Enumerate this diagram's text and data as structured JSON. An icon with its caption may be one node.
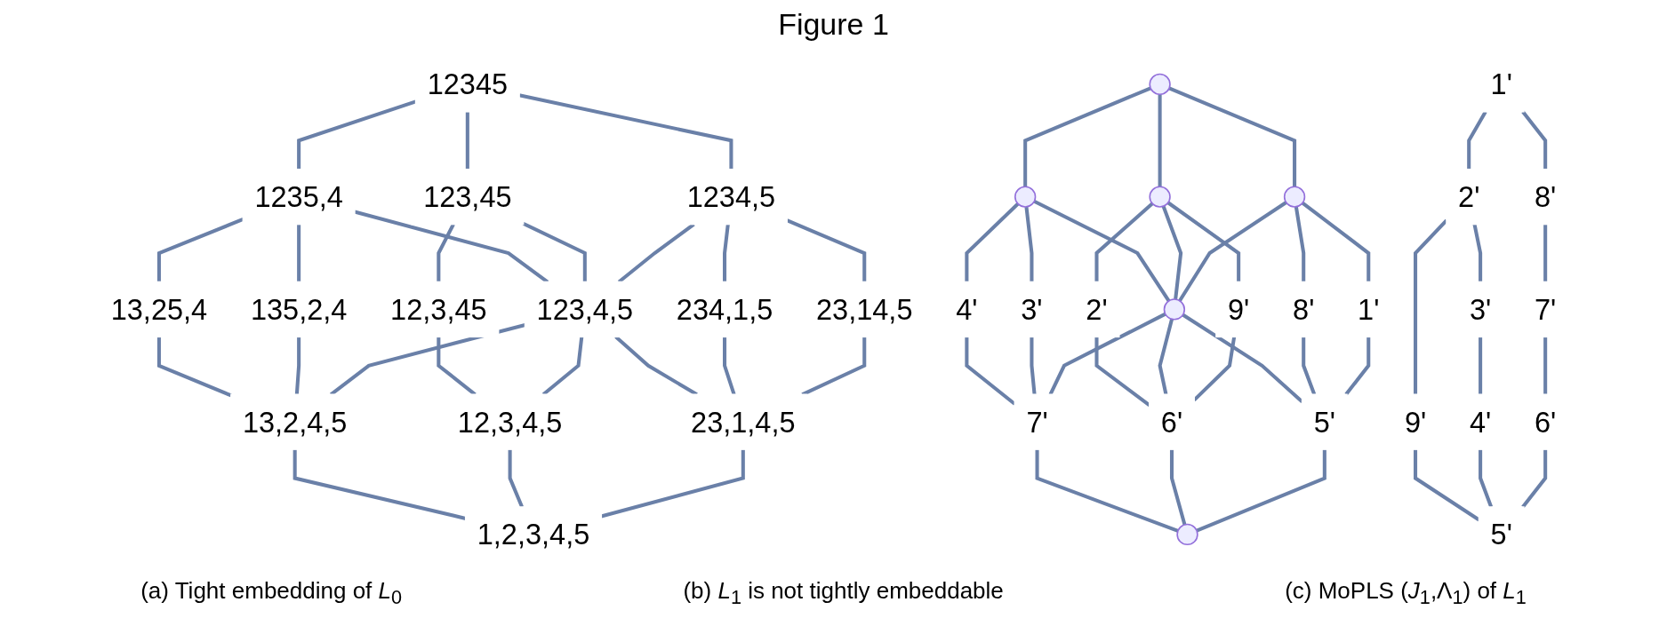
{
  "diagram": {
    "title": "Figure 1",
    "nodes": [
      {
        "text": [
          "12345"
        ]
      },
      {
        "text": [
          "1235,4"
        ]
      },
      {
        "text": [
          "123,45"
        ]
      },
      {
        "text": [
          "1234,5"
        ]
      },
      {
        "text": [
          "13,25,4"
        ]
      },
      {
        "text": [
          "135,2,4"
        ]
      },
      {
        "text": [
          "12,3,45"
        ]
      },
      {
        "text": [
          "123,4,5"
        ]
      },
      {
        "text": [
          "234,1,5"
        ]
      },
      {
        "text": [
          "23,14,5"
        ]
      },
      {
        "text": [
          "13,2,4,5"
        ]
      },
      {
        "text": [
          "12,3,4,5"
        ]
      },
      {
        "text": [
          "23,1,4,5"
        ]
      },
      {
        "text": [
          "1,2,3,4,5"
        ]
      },
      {
        "text": [],
        "shape": "circle"
      },
      {
        "text": [],
        "shape": "circle"
      },
      {
        "text": [],
        "shape": "circle"
      },
      {
        "text": [],
        "shape": "circle"
      },
      {
        "text": [
          "4'"
        ]
      },
      {
        "text": [
          "3'"
        ]
      },
      {
        "text": [
          "2'"
        ]
      },
      {
        "text": [],
        "shape": "circle"
      },
      {
        "text": [
          "9'"
        ]
      },
      {
        "text": [
          "8'"
        ]
      },
      {
        "text": [
          "1'"
        ]
      },
      {
        "text": [
          "7'"
        ]
      },
      {
        "text": [
          "6'"
        ]
      },
      {
        "text": [
          "5'"
        ]
      },
      {
        "text": [],
        "shape": "circle"
      },
      {
        "text": [
          "1'"
        ]
      },
      {
        "text": [
          "2'"
        ]
      },
      {
        "text": [
          "3'"
        ]
      },
      {
        "text": [
          "8'"
        ]
      },
      {
        "text": [
          "9'"
        ]
      },
      {
        "text": [
          "4'"
        ]
      },
      {
        "text": [
          "7'"
        ]
      },
      {
        "text": [
          "6'"
        ]
      },
      {
        "text": [
          "5'"
        ]
      }
    ],
    "edges": [
      {
        "from": 0,
        "to": 1,
        "arrow": "none"
      },
      {
        "from": 0,
        "to": 2,
        "arrow": "none"
      },
      {
        "from": 0,
        "to": 3,
        "arrow": "none"
      },
      {
        "from": 1,
        "to": 4,
        "arrow": "none"
      },
      {
        "from": 1,
        "to": 5,
        "arrow": "none"
      },
      {
        "from": 1,
        "to": 7,
        "arrow": "none"
      },
      {
        "from": 2,
        "to": 6,
        "arrow": "none"
      },
      {
        "from": 2,
        "to": 7,
        "arrow": "none"
      },
      {
        "from": 3,
        "to": 7,
        "arrow": "none"
      },
      {
        "from": 3,
        "to": 8,
        "arrow": "none"
      },
      {
        "from": 3,
        "to": 9,
        "arrow": "none"
      },
      {
        "from": 4,
        "to": 10,
        "arrow": "none"
      },
      {
        "from": 5,
        "to": 10,
        "arrow": "none"
      },
      {
        "from": 7,
        "to": 10,
        "arrow": "none"
      },
      {
        "from": 6,
        "to": 11,
        "arrow": "none"
      },
      {
        "from": 7,
        "to": 11,
        "arrow": "none"
      },
      {
        "from": 7,
        "to": 12,
        "arrow": "none"
      },
      {
        "from": 8,
        "to": 12,
        "arrow": "none"
      },
      {
        "from": 9,
        "to": 12,
        "arrow": "none"
      },
      {
        "from": 10,
        "to": 13,
        "arrow": "none"
      },
      {
        "from": 11,
        "to": 13,
        "arrow": "none"
      },
      {
        "from": 12,
        "to": 13,
        "arrow": "none"
      },
      {
        "from": 14,
        "to": 15,
        "arrow": "none"
      },
      {
        "from": 14,
        "to": 16,
        "arrow": "none"
      },
      {
        "from": 14,
        "to": 17,
        "arrow": "none"
      },
      {
        "from": 15,
        "to": 18,
        "arrow": "none"
      },
      {
        "from": 15,
        "to": 19,
        "arrow": "none"
      },
      {
        "from": 15,
        "to": 21,
        "arrow": "none"
      },
      {
        "from": 16,
        "to": 20,
        "arrow": "none"
      },
      {
        "from": 16,
        "to": 21,
        "arrow": "none"
      },
      {
        "from": 16,
        "to": 22,
        "arrow": "none"
      },
      {
        "from": 17,
        "to": 21,
        "arrow": "none"
      },
      {
        "from": 17,
        "to": 23,
        "arrow": "none"
      },
      {
        "from": 17,
        "to": 24,
        "arrow": "none"
      },
      {
        "from": 18,
        "to": 25,
        "arrow": "none"
      },
      {
        "from": 19,
        "to": 25,
        "arrow": "none"
      },
      {
        "from": 21,
        "to": 25,
        "arrow": "none"
      },
      {
        "from": 20,
        "to": 26,
        "arrow": "none"
      },
      {
        "from": 21,
        "to": 26,
        "arrow": "none"
      },
      {
        "from": 22,
        "to": 26,
        "arrow": "none"
      },
      {
        "from": 21,
        "to": 27,
        "arrow": "none"
      },
      {
        "from": 23,
        "to": 27,
        "arrow": "none"
      },
      {
        "from": 24,
        "to": 27,
        "arrow": "none"
      },
      {
        "from": 25,
        "to": 28,
        "arrow": "none"
      },
      {
        "from": 26,
        "to": 28,
        "arrow": "none"
      },
      {
        "from": 27,
        "to": 28,
        "arrow": "none"
      },
      {
        "from": 29,
        "to": 30,
        "arrow": "none"
      },
      {
        "from": 30,
        "to": 31,
        "arrow": "none"
      },
      {
        "from": 29,
        "to": 32,
        "arrow": "none"
      },
      {
        "from": 30,
        "to": 33,
        "arrow": "none"
      },
      {
        "from": 31,
        "to": 34,
        "arrow": "none"
      },
      {
        "from": 32,
        "to": 35,
        "arrow": "none"
      },
      {
        "from": 33,
        "to": 37,
        "arrow": "none"
      },
      {
        "from": 34,
        "to": 37,
        "arrow": "none"
      },
      {
        "from": 35,
        "to": 36,
        "arrow": "none"
      },
      {
        "from": 36,
        "to": 37,
        "arrow": "none"
      }
    ],
    "labels": [
      "(a) Tight embedding of *L*$_{0}$",
      "(b) *L*$_{1}$ is not tightly embeddable",
      "(c) MoPLS (*J*$_{1}$,Λ$_{1}$) of *L*$_{1}$"
    ]
  }
}
